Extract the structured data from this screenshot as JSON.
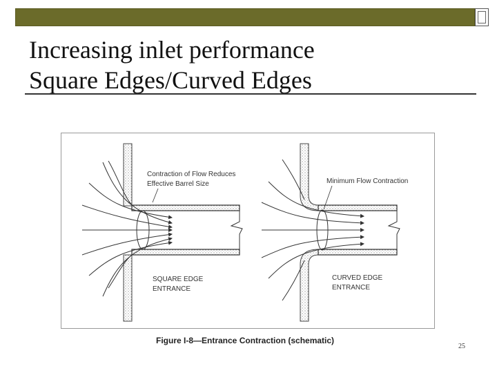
{
  "slide": {
    "title_line1": "Increasing inlet performance",
    "title_line2": "Square Edges/Curved Edges",
    "page_number": "25"
  },
  "figure": {
    "square_label_line1": "Contraction of Flow Reduces",
    "square_label_line2": "Effective Barrel Size",
    "square_entrance_line1": "SQUARE EDGE",
    "square_entrance_line2": "ENTRANCE",
    "curved_label": "Minimum Flow Contraction",
    "curved_entrance_line1": "CURVED EDGE",
    "curved_entrance_line2": "ENTRANCE",
    "caption": "Figure I-8—Entrance Contraction (schematic)"
  },
  "colors": {
    "top_bar": "#6b6b2a"
  }
}
